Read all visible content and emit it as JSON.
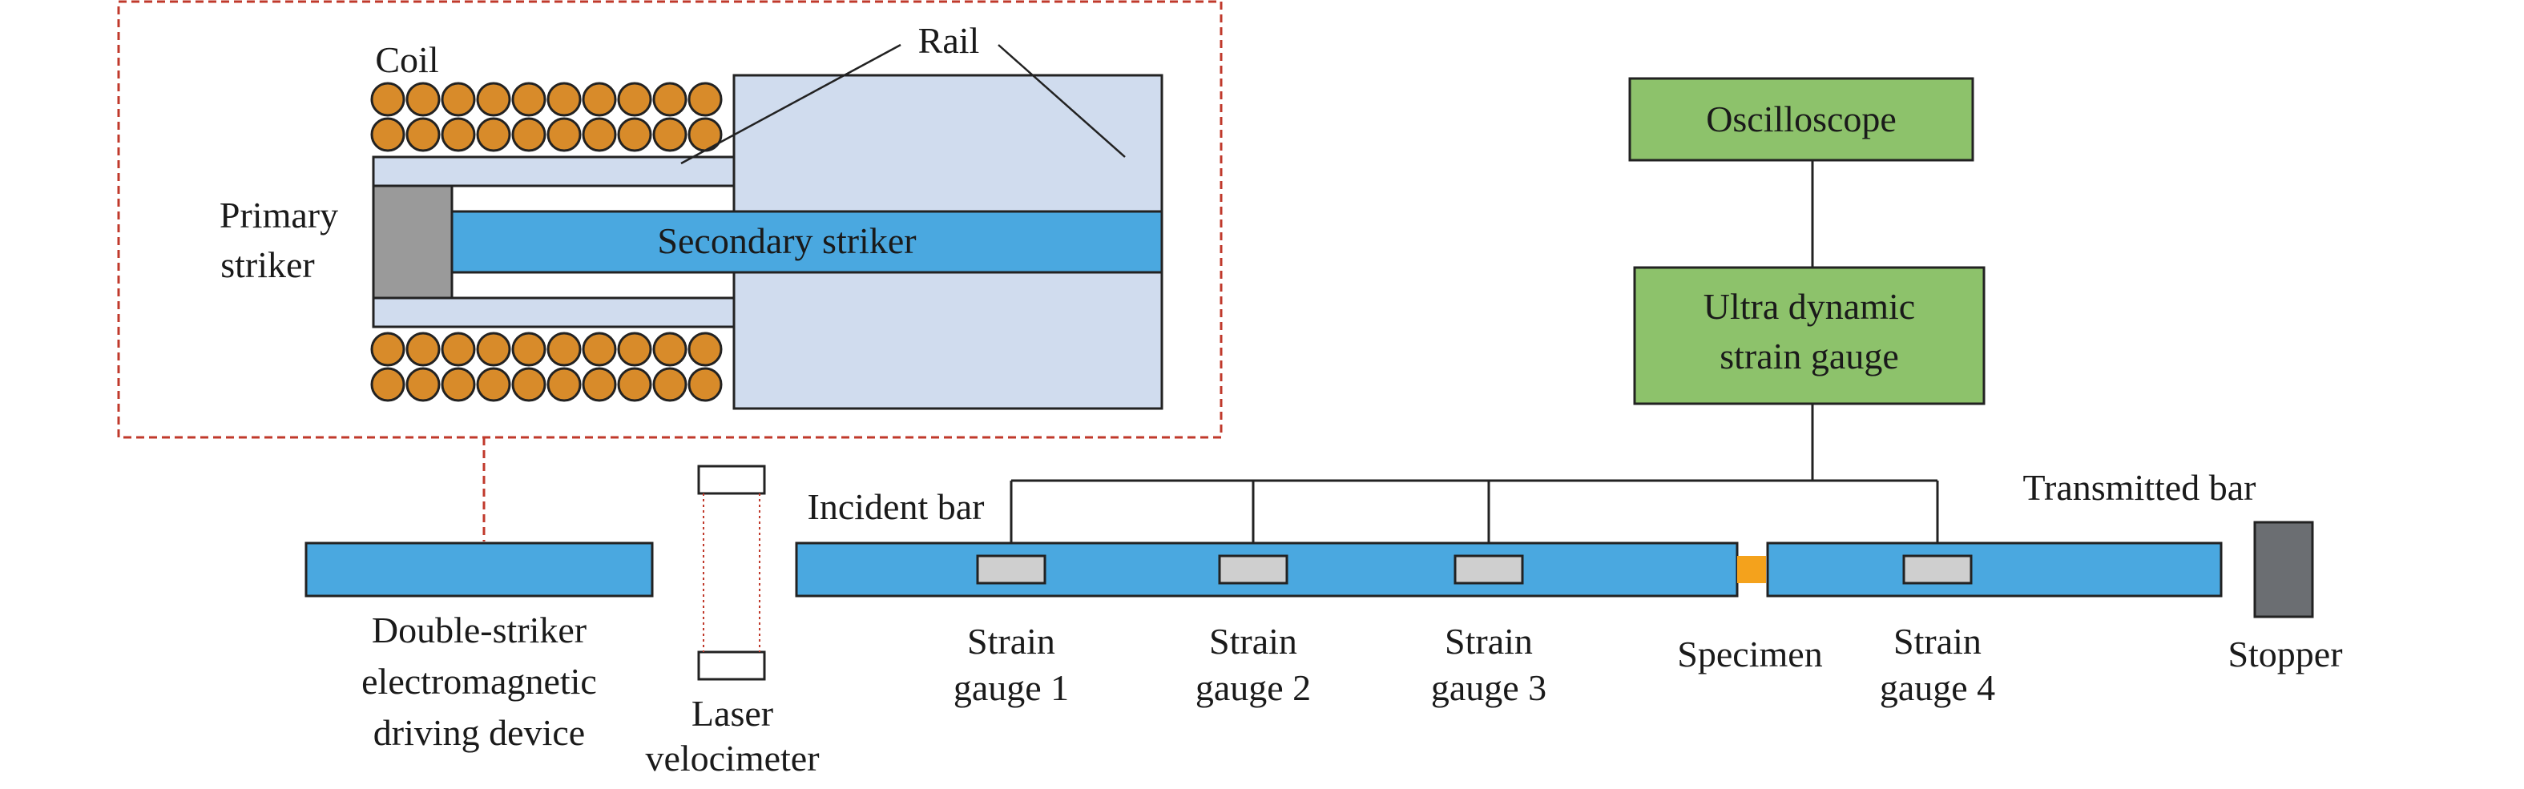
{
  "labels": {
    "coil": "Coil",
    "rail": "Rail",
    "primary_striker_1": "Primary",
    "primary_striker_2": "striker",
    "secondary_striker": "Secondary striker",
    "oscilloscope": "Oscilloscope",
    "strain_gauge_device_1": "Ultra dynamic",
    "strain_gauge_device_2": "strain gauge",
    "incident_bar": "Incident bar",
    "transmitted_bar": "Transmitted bar",
    "driving_device_1": "Double-striker",
    "driving_device_2": "electromagnetic",
    "driving_device_3": "driving device",
    "laser_velocimeter_1": "Laser",
    "laser_velocimeter_2": "velocimeter",
    "specimen": "Specimen",
    "stopper": "Stopper",
    "gauges": [
      {
        "line1": "Strain",
        "line2": "gauge 1"
      },
      {
        "line1": "Strain",
        "line2": "gauge 2"
      },
      {
        "line1": "Strain",
        "line2": "gauge 3"
      },
      {
        "line1": "Strain",
        "line2": "gauge 4"
      }
    ]
  },
  "colors": {
    "bar_blue": "#4aa8e0",
    "rail_fill": "#d0dcee",
    "device_green": "#8dc26b",
    "coil_orange": "#d88b2a",
    "primary_striker_gray": "#9a9a9a",
    "gauge_gray": "#cfcfcf",
    "specimen_orange": "#f4a21c",
    "stopper_gray": "#6b6e72",
    "dashed_red": "#c0392b"
  }
}
